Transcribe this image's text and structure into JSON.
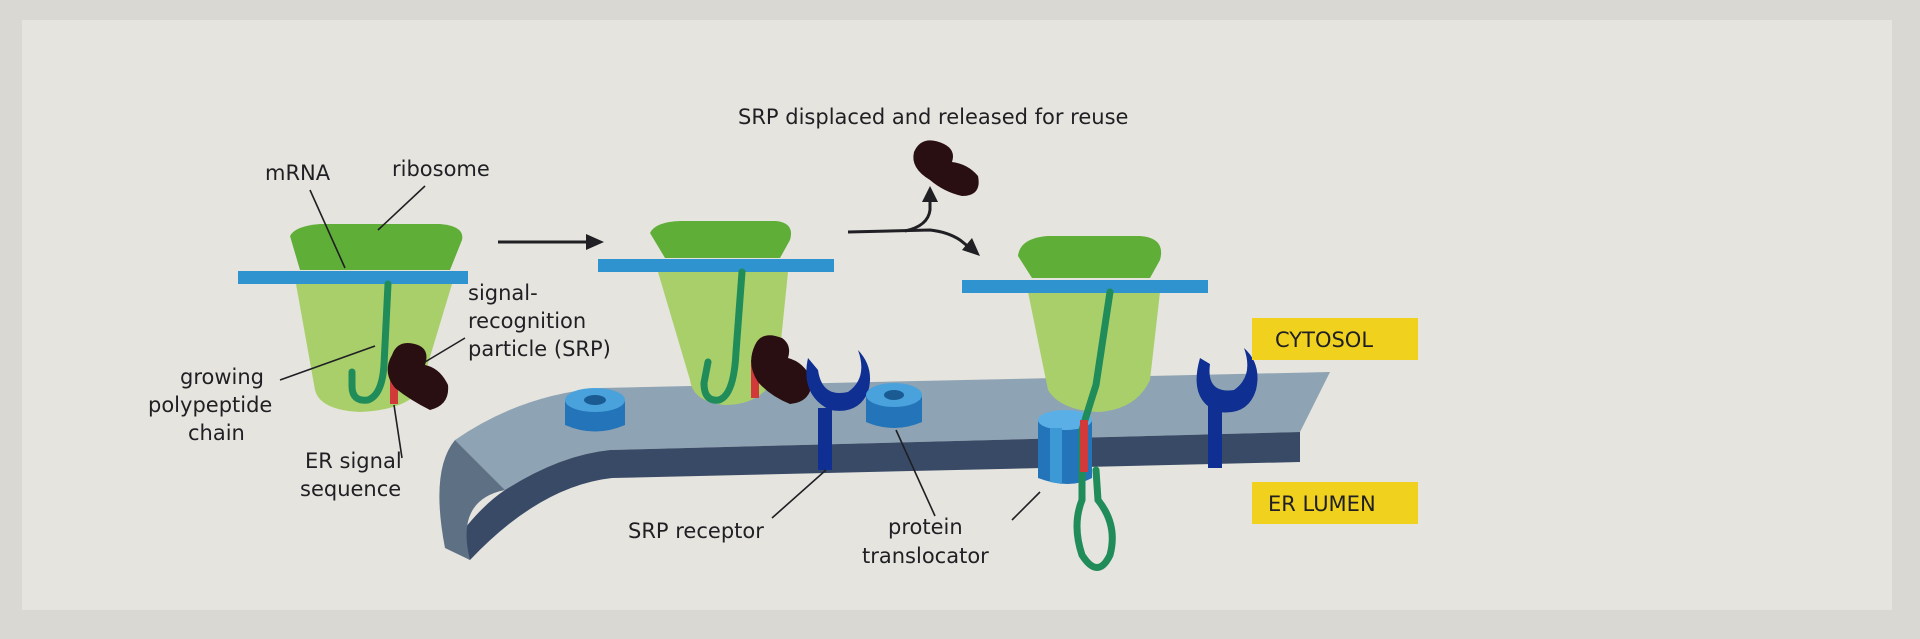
{
  "labels": {
    "mrna": "mRNA",
    "ribosome": "ribosome",
    "srp_line1": "signal-",
    "srp_line2": "recognition",
    "srp_line3": "particle (SRP)",
    "growing_line1": "growing",
    "growing_line2": "polypeptide",
    "growing_line3": "chain",
    "er_signal_line1": "ER signal",
    "er_signal_line2": "sequence",
    "srp_displaced": "SRP displaced and released for reuse",
    "srp_receptor": "SRP receptor",
    "translocator_line1": "protein",
    "translocator_line2": "translocator",
    "cytosol": "CYTOSOL",
    "er_lumen": "ER LUMEN"
  },
  "colors": {
    "background": "#d9d8d2",
    "panel": "#e6e5df",
    "ribosome_large": "#5fae38",
    "ribosome_small": "#a9cf6a",
    "mrna": "#2f93cf",
    "polypeptide": "#1f8c5a",
    "signal_sequence": "#d23a3a",
    "srp": "#2a0f12",
    "srp_receptor": "#0f2f93",
    "translocator": "#2e86c8",
    "membrane_top": "#8aa0af",
    "membrane_front": "#3b4a63",
    "compartment_label_bg": "#f0d11e"
  }
}
